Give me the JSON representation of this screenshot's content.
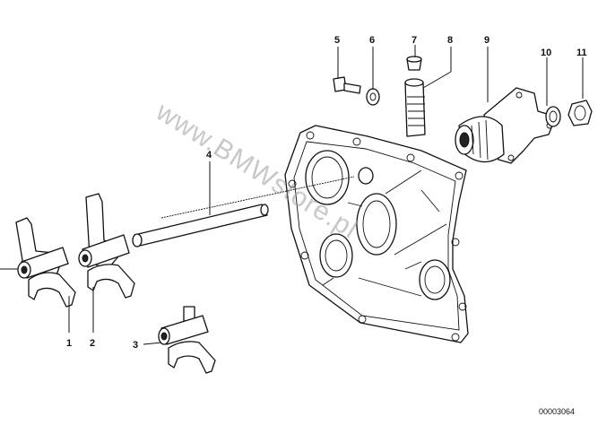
{
  "diagram": {
    "callouts": [
      {
        "id": "1",
        "label": "1"
      },
      {
        "id": "2",
        "label": "2"
      },
      {
        "id": "3",
        "label": "3"
      },
      {
        "id": "4",
        "label": "4"
      },
      {
        "id": "5",
        "label": "5"
      },
      {
        "id": "6",
        "label": "6"
      },
      {
        "id": "7",
        "label": "7"
      },
      {
        "id": "8",
        "label": "8"
      },
      {
        "id": "9",
        "label": "9"
      },
      {
        "id": "10",
        "label": "10"
      },
      {
        "id": "11",
        "label": "11"
      }
    ],
    "reference_number": "00003064",
    "watermark": "www.BMWstore.pl"
  }
}
